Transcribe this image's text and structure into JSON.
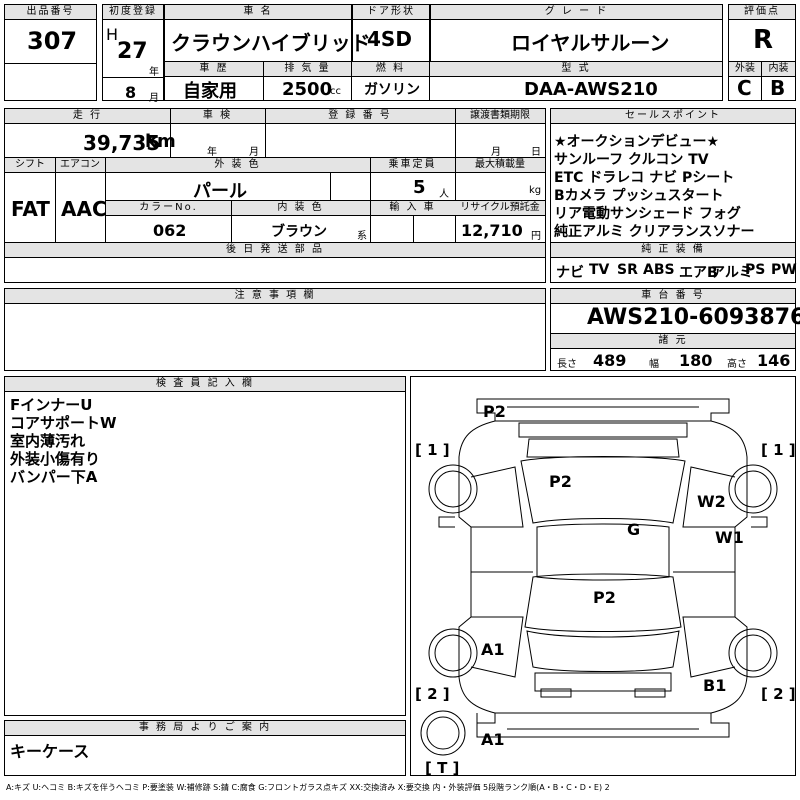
{
  "top": {
    "lot_label": "出品番号",
    "lot": "307",
    "reg_label": "初度登録",
    "era": "H",
    "year": "27",
    "year_unit": "年",
    "month": "8",
    "month_unit": "月",
    "name_label": "車 名",
    "name": "クラウンハイブリッド",
    "door_label": "ドア形状",
    "door": "4SD",
    "grade_label": "グ レ ー ド",
    "grade": "ロイヤルサルーン",
    "score_label": "評価点",
    "score": "R",
    "history_label": "車 歴",
    "history": "自家用",
    "disp_label": "排 気 量",
    "disp": "2500",
    "disp_unit": "cc",
    "fuel_label": "燃 料",
    "fuel": "ガソリン",
    "model_label": "型 式",
    "model": "DAA-AWS210",
    "ext_label": "外装",
    "ext": "C",
    "int_label": "内装",
    "int": "B"
  },
  "mid": {
    "mileage_label": "走 行",
    "mileage": "39,735",
    "mileage_unit": "km",
    "inspect_label": "車 検",
    "inspect_year": "年",
    "inspect_month": "月",
    "plate_label": "登 録 番 号",
    "transfer_label": "譲渡書類期限",
    "transfer_month": "月",
    "transfer_day": "日",
    "shift_label": "シフト",
    "shift": "FAT",
    "ac_label": "エアコン",
    "ac": "AAC",
    "color_label": "外 装 色",
    "color": "パール",
    "seats_label": "乗車定員",
    "seats": "5",
    "seats_unit": "人",
    "load_label": "最大積載量",
    "load_unit": "kg",
    "colorno_label": "カラーNo.",
    "colorno": "062",
    "intcolor_label": "内 装 色",
    "intcolor": "ブラウン",
    "intcolor_unit": "系",
    "import_label": "輸 入 車",
    "recycle_label": "リサイクル預託金",
    "recycle": "12,710",
    "recycle_unit": "円",
    "later_label": "後 日 発 送 部 品",
    "notes_label": "注 意 事 項 欄"
  },
  "sales": {
    "title": "セールスポイント",
    "lines": [
      "★オークションデビュー★",
      "サンルーフ クルコン TV",
      "ETC ドラレコ ナビ Pシート",
      "Bカメラ プッシュスタート",
      "リア電動サンシェード フォグ",
      "純正アルミ クリアランスソナー"
    ],
    "equip_label": "純 正 装 備",
    "equip": [
      "ナビ",
      "TV",
      "SR",
      "ABS",
      "エアB",
      "アルミ",
      "PS",
      "PW"
    ]
  },
  "chassis": {
    "label": "車 台 番 号",
    "number": "AWS210-6093876",
    "spec_label": "諸 元",
    "len_label": "長さ",
    "len": "489",
    "wid_label": "幅",
    "wid": "180",
    "hei_label": "高さ",
    "hei": "146"
  },
  "inspector": {
    "label": "検 査 員 記 入 欄",
    "lines": [
      "FインナーU",
      "コアサポートW",
      "室内薄汚れ",
      "外装小傷有り",
      "バンパー下A"
    ]
  },
  "office": {
    "label": "事 務 局 よ り ご 案 内",
    "text": "キーケース"
  },
  "diagram": {
    "marks": {
      "m1": "P2",
      "m2": "P2",
      "m3": "W2",
      "m4": "G",
      "m5": "W1",
      "m6": "P2",
      "m7": "A1",
      "m8": "B1",
      "m9": "A1"
    },
    "brackets": {
      "b1": "[ 1 ]",
      "b2": "[ 1 ]",
      "b3": "[ 2 ]",
      "b4": "[ 2 ]",
      "b5": "[ T ]"
    }
  },
  "legend": "A:キズ U:ヘコミ B:キズを伴うヘコミ P:要塗装 W:補修跡 S:錆 C:腐食 G:フロントガラス点キズ XX:交換済み X:要交換 内・外装評価 5段階ランク順(A・B・C・D・E) 2"
}
